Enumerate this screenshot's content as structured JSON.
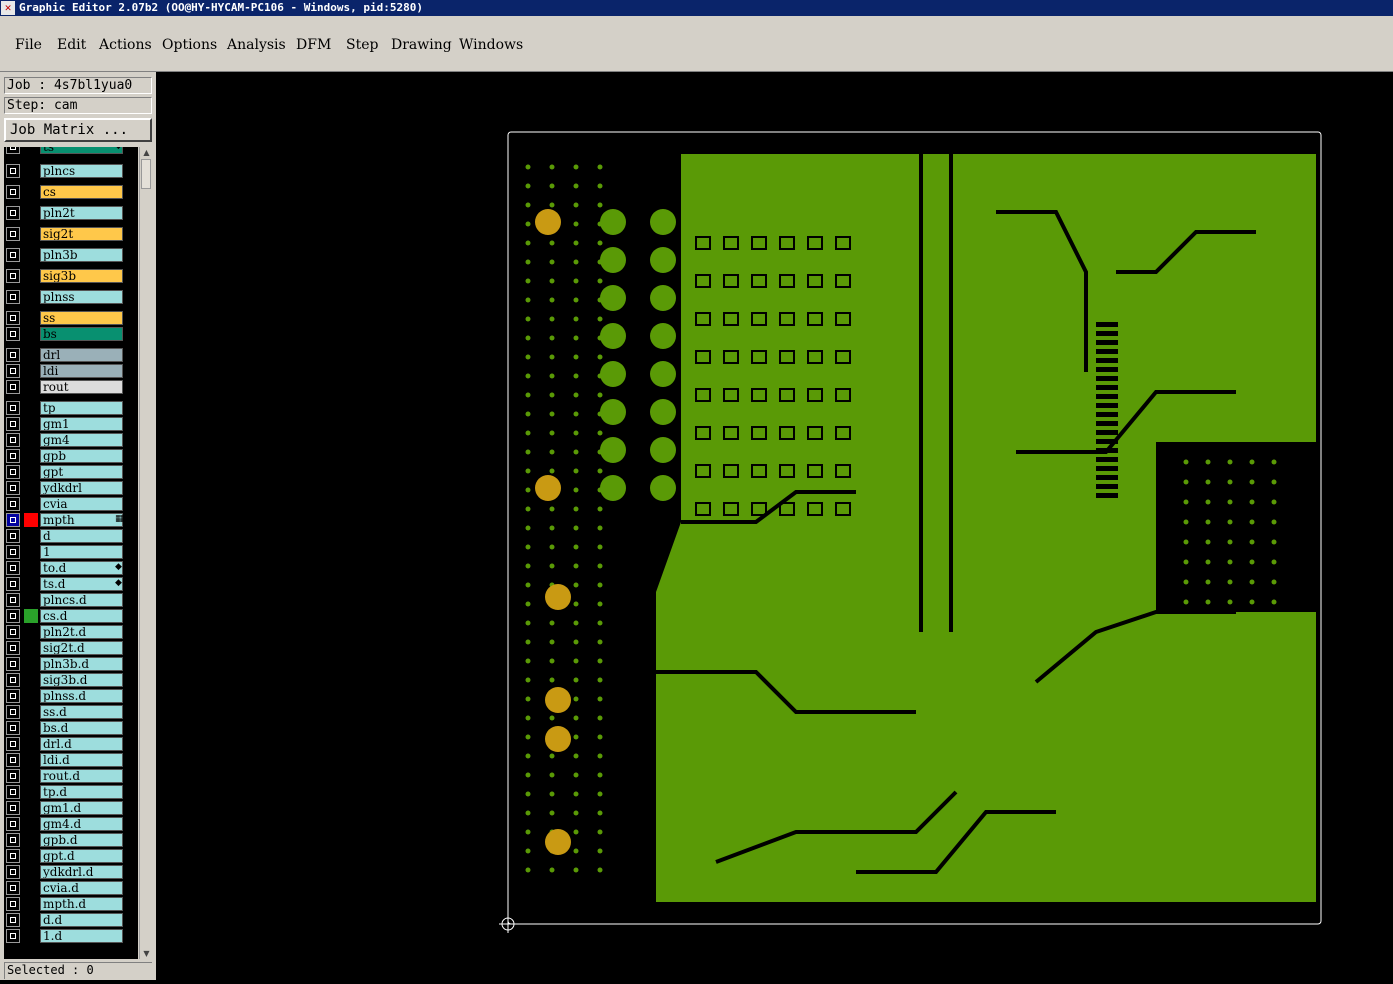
{
  "window": {
    "title": "Graphic Editor 2.07b2 (OO@HY-HYCAM-PC106 - Windows, pid:5280)",
    "icon": "x-app-icon",
    "icon_glyph": "✕"
  },
  "menu": {
    "items": [
      {
        "label": "File"
      },
      {
        "label": "Edit"
      },
      {
        "label": "Actions"
      },
      {
        "label": "Options"
      },
      {
        "label": "Analysis"
      },
      {
        "label": "DFM"
      },
      {
        "label": "Step"
      },
      {
        "label": "Drawing"
      },
      {
        "label": "Windows"
      }
    ]
  },
  "panel": {
    "job": "Job : 4s7bl1yua0",
    "step": "Step: cam",
    "job_matrix_label": "Job Matrix ...",
    "selected": "Selected : 0"
  },
  "colors": {
    "board_green": "#5a9a06",
    "pad_gold": "#c99a13",
    "layer_cyan": "#9ddddd",
    "layer_orange": "#ffc84a",
    "layer_teal": "#089070",
    "layer_gray": "#9ab0b8",
    "layer_light": "#dcdcdc",
    "active_red": "#ff0000",
    "active_blue": "#0000a0",
    "active_green": "#2aa12a"
  },
  "layers": [
    {
      "name": "ts",
      "color": "#089070",
      "mark": "◆"
    },
    {
      "name": "plncs",
      "color": "#9ddddd"
    },
    {
      "name": "cs",
      "color": "#ffc84a"
    },
    {
      "name": "pln2t",
      "color": "#9ddddd"
    },
    {
      "name": "sig2t",
      "color": "#ffc84a"
    },
    {
      "name": "pln3b",
      "color": "#9ddddd"
    },
    {
      "name": "sig3b",
      "color": "#ffc84a"
    },
    {
      "name": "plnss",
      "color": "#9ddddd"
    },
    {
      "name": "ss",
      "color": "#ffc84a"
    },
    {
      "name": "bs",
      "color": "#089070"
    },
    {
      "name": "drl",
      "color": "#9ab0b8"
    },
    {
      "name": "ldi",
      "color": "#9ab0b8"
    },
    {
      "name": "rout",
      "color": "#dcdcdc"
    },
    {
      "name": "tp",
      "color": "#9ddddd"
    },
    {
      "name": "gm1",
      "color": "#9ddddd"
    },
    {
      "name": "gm4",
      "color": "#9ddddd"
    },
    {
      "name": "gpb",
      "color": "#9ddddd"
    },
    {
      "name": "gpt",
      "color": "#9ddddd"
    },
    {
      "name": "ydkdrl",
      "color": "#9ddddd"
    },
    {
      "name": "cvia",
      "color": "#9ddddd"
    },
    {
      "name": "mpth",
      "color": "#9ddddd",
      "active": true,
      "mark": "▦"
    },
    {
      "name": "d",
      "color": "#9ddddd"
    },
    {
      "name": "1",
      "color": "#9ddddd"
    },
    {
      "name": "to.d",
      "color": "#9ddddd",
      "mark": "◆"
    },
    {
      "name": "ts.d",
      "color": "#9ddddd",
      "mark": "◆"
    },
    {
      "name": "plncs.d",
      "color": "#9ddddd"
    },
    {
      "name": "cs.d",
      "color": "#9ddddd",
      "swatch": "#2aa12a"
    },
    {
      "name": "pln2t.d",
      "color": "#9ddddd"
    },
    {
      "name": "sig2t.d",
      "color": "#9ddddd"
    },
    {
      "name": "pln3b.d",
      "color": "#9ddddd"
    },
    {
      "name": "sig3b.d",
      "color": "#9ddddd"
    },
    {
      "name": "plnss.d",
      "color": "#9ddddd"
    },
    {
      "name": "ss.d",
      "color": "#9ddddd"
    },
    {
      "name": "bs.d",
      "color": "#9ddddd"
    },
    {
      "name": "drl.d",
      "color": "#9ddddd"
    },
    {
      "name": "ldi.d",
      "color": "#9ddddd"
    },
    {
      "name": "rout.d",
      "color": "#9ddddd"
    },
    {
      "name": "tp.d",
      "color": "#9ddddd"
    },
    {
      "name": "gm1.d",
      "color": "#9ddddd"
    },
    {
      "name": "gm4.d",
      "color": "#9ddddd"
    },
    {
      "name": "gpb.d",
      "color": "#9ddddd"
    },
    {
      "name": "gpt.d",
      "color": "#9ddddd"
    },
    {
      "name": "ydkdrl.d",
      "color": "#9ddddd"
    },
    {
      "name": "cvia.d",
      "color": "#9ddddd"
    },
    {
      "name": "mpth.d",
      "color": "#9ddddd"
    },
    {
      "name": "d.d",
      "color": "#9ddddd"
    },
    {
      "name": "1.d",
      "color": "#9ddddd"
    }
  ]
}
